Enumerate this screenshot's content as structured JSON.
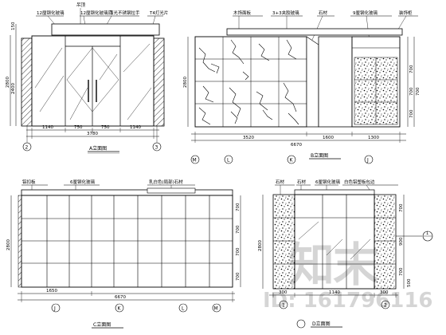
{
  "watermark": {
    "logo": "知末",
    "id": "ID: 161796116"
  },
  "elevations": [
    {
      "id": "A",
      "callouts": [
        "12厘钢化玻璃",
        "12厘钢化玻璃门",
        "面光不锈钢拉手",
        "T4灯光片"
      ],
      "top_note": "吊顶",
      "heights": [
        "150",
        "2400",
        "2800"
      ],
      "widths": [
        "1140",
        "750",
        "750",
        "1140"
      ],
      "total": "3780",
      "axes": [
        "2",
        "3"
      ],
      "title": "A立面图"
    },
    {
      "id": "B",
      "callouts": [
        "木饰面板",
        "3+3夹胶玻璃",
        "石材",
        "9厘钢化玻璃",
        "装饰柜"
      ],
      "heights": [
        "2800",
        "700",
        "700",
        "700",
        "700"
      ],
      "widths": [
        "3520",
        "1600",
        "1300"
      ],
      "total": "6670",
      "axes": [
        "M",
        "L",
        "K",
        "J"
      ],
      "title": "B立面图"
    },
    {
      "id": "C",
      "callouts": [
        "铝扣板",
        "6厘钢化玻璃",
        "乳白色(局部)石材"
      ],
      "heights": [
        "2800",
        "700",
        "700",
        "700",
        "700"
      ],
      "widths": [
        "1650"
      ],
      "total": "6670",
      "axes": [
        "J",
        "K",
        "L",
        "M"
      ],
      "title": "C立面图"
    },
    {
      "id": "D",
      "callouts": [
        "石材",
        "石材",
        "6厘钢化玻璃",
        "白色铝塑板包边"
      ],
      "heights": [
        "2800",
        "700",
        "900",
        "700",
        "500"
      ],
      "widths": [
        "300",
        "1140",
        "300"
      ],
      "axes": [
        "1",
        "2"
      ],
      "tag": "1",
      "title": "D立面图"
    }
  ]
}
